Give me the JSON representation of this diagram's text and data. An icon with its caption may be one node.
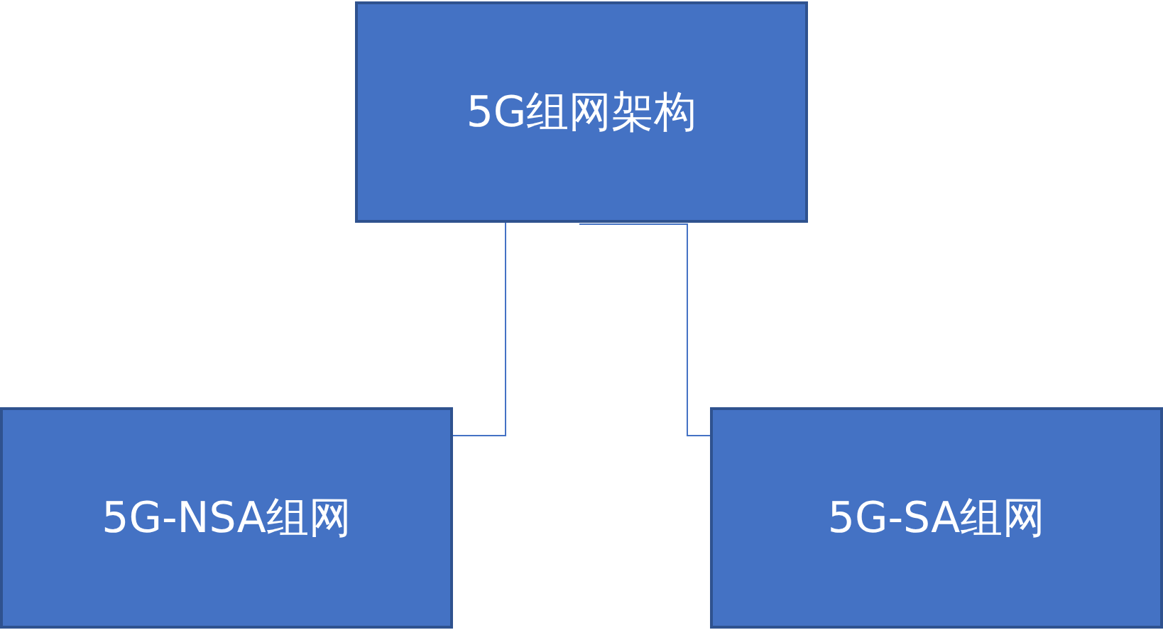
{
  "diagram": {
    "nodes": [
      {
        "text": [
          "5G组网架构"
        ]
      },
      {
        "text": [
          "5G-NSA组网"
        ]
      },
      {
        "text": [
          "5G-SA组网"
        ]
      }
    ],
    "edges": [
      {
        "from": 0,
        "to": 1,
        "arrow": "none"
      },
      {
        "from": 0,
        "to": 2,
        "arrow": "none"
      }
    ]
  }
}
